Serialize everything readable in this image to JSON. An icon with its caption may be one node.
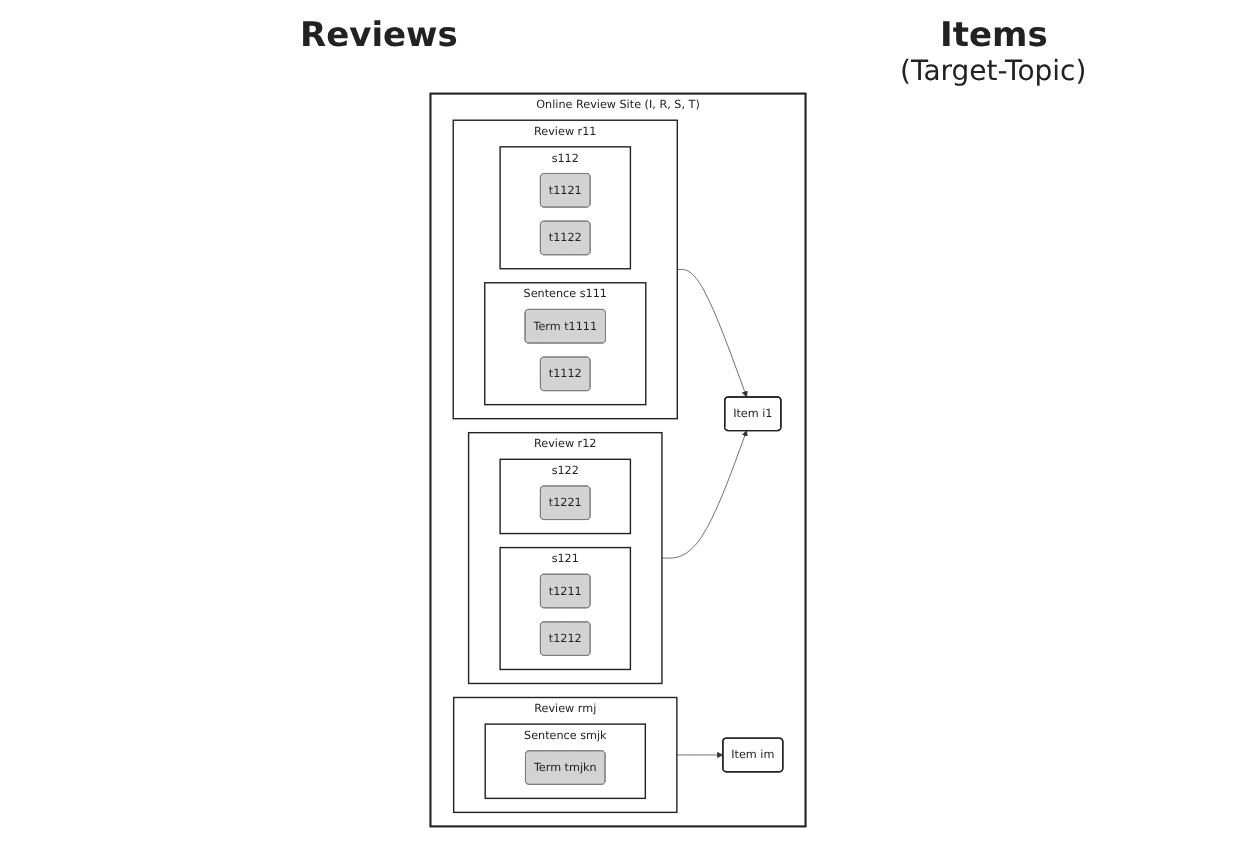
{
  "diagram": {
    "nodes": [
      {
        "text": [
          "Online Review Site (I, R, S, T)"
        ]
      },
      {
        "text": [
          "Review r11"
        ],
        "in": 0
      },
      {
        "text": [
          "Sentence s111"
        ],
        "in": 1
      },
      {
        "text": [
          "Term t1111"
        ],
        "in": 2
      },
      {
        "text": [
          "t1112"
        ],
        "in": 2
      },
      {
        "text": [
          "s112"
        ],
        "in": 1
      },
      {
        "text": [
          "t1121"
        ],
        "in": 5
      },
      {
        "text": [
          "t1122"
        ],
        "in": 5
      },
      {
        "text": [
          "Review r12"
        ],
        "in": 0
      },
      {
        "text": [
          "s121"
        ],
        "in": 8
      },
      {
        "text": [
          "t1211"
        ],
        "in": 9
      },
      {
        "text": [
          "t1212"
        ],
        "in": 9
      },
      {
        "text": [
          "s122"
        ],
        "in": 8
      },
      {
        "text": [
          "t1221"
        ],
        "in": 12
      },
      {
        "text": [
          "Item i1"
        ],
        "in": 0
      },
      {
        "text": [
          "Review rmj"
        ],
        "in": 0
      },
      {
        "text": [
          "Sentence smjk"
        ],
        "in": 15
      },
      {
        "text": [
          "Term tmjkn"
        ],
        "in": 16
      },
      {
        "text": [
          "Item im"
        ],
        "in": 0
      }
    ],
    "edges": [
      {
        "from": 1,
        "to": 14,
        "arrow": "to"
      },
      {
        "from": 8,
        "to": 14,
        "arrow": "to"
      },
      {
        "from": 15,
        "to": 18,
        "arrow": "to"
      }
    ],
    "labels": [
      "Reviews",
      "Items",
      "(Target-Topic)"
    ]
  }
}
